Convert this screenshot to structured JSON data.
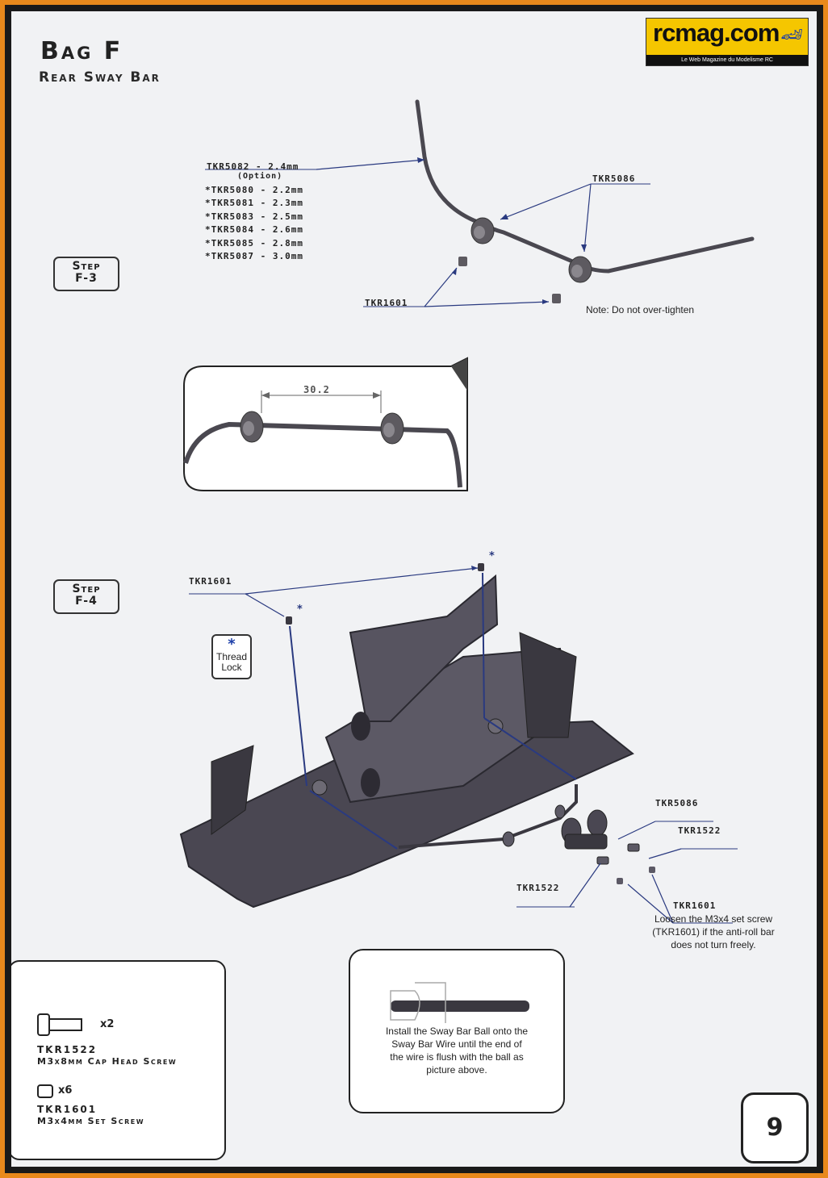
{
  "header": {
    "title": "Bag F",
    "subtitle": "Rear Sway Bar"
  },
  "logo": {
    "text": "rcmag.com",
    "tagline": "Le Web Magazine du Modelisme RC"
  },
  "step_f3": {
    "step_word": "Step",
    "step_id": "F-3",
    "sway_bar_label": "TKR5082 - 2.4mm",
    "option_label": "(Option)",
    "option_parts": [
      "*TKR5080 - 2.2mm",
      "*TKR5081 - 2.3mm",
      "*TKR5083 - 2.5mm",
      "*TKR5084 - 2.6mm",
      "*TKR5085 - 2.8mm",
      "*TKR5087 - 3.0mm"
    ],
    "mount_label": "TKR5086",
    "set_screw_label": "TKR1601",
    "note": "Note: Do not over-tighten",
    "dimension": "30.2"
  },
  "step_f4": {
    "step_word": "Step",
    "step_id": "F-4",
    "set_screw_label": "TKR1601",
    "thread_lock_symbol": "*",
    "thread_lock_line1": "Thread",
    "thread_lock_line2": "Lock",
    "asterisk_marker": "*",
    "mount_label": "TKR5086",
    "cap_screw_label_right": "TKR1522",
    "cap_screw_label_left": "TKR1522",
    "set_screw_label_bottom": "TKR1601",
    "loosen_note": [
      "Loosen the M3x4 set screw",
      "(TKR1601) if the anti-roll bar",
      "does not turn freely."
    ],
    "install_note": [
      "Install the Sway Bar Ball onto the",
      "Sway Bar Wire  until the  end of",
      "the wire is flush with the ball as",
      "picture above."
    ]
  },
  "parts": [
    {
      "code": "TKR1522",
      "desc": "M3x8mm Cap Head Screw",
      "qty": "x2"
    },
    {
      "code": "TKR1601",
      "desc": "M3x4mm Set Screw",
      "qty": "x6"
    }
  ],
  "page_number": "9"
}
